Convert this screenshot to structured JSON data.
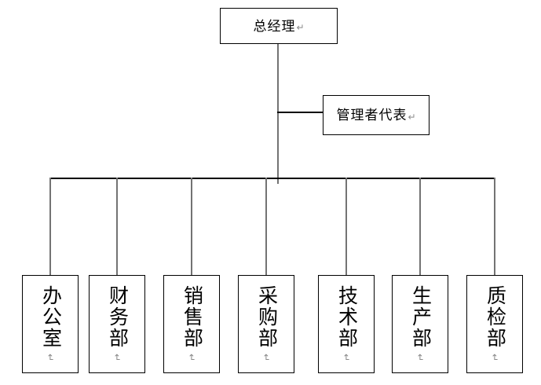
{
  "chart": {
    "type": "org-chart",
    "title": "",
    "background_color": "#ffffff",
    "box_border_color": "#000000",
    "connector_black": "#000000",
    "connector_gray": "#737373",
    "paragraph_mark": "↵",
    "nodes": {
      "top": {
        "label": "总经理",
        "mark": "↵",
        "role": "general-manager"
      },
      "staff": {
        "label": "管理者代表",
        "mark": "↵",
        "role": "management-representative"
      },
      "departments": [
        {
          "label": "办公室",
          "mark": "↵",
          "role": "office"
        },
        {
          "label": "财务部",
          "mark": "↵",
          "role": "finance-department"
        },
        {
          "label": "销售部",
          "mark": "↵",
          "role": "sales-department"
        },
        {
          "label": "采购部",
          "mark": "↵",
          "role": "procurement-department"
        },
        {
          "label": "技术部",
          "mark": "↵",
          "role": "technology-department"
        },
        {
          "label": "生产部",
          "mark": "↵",
          "role": "production-department"
        },
        {
          "label": "质检部",
          "mark": "↵",
          "role": "quality-inspection-department"
        }
      ]
    }
  }
}
